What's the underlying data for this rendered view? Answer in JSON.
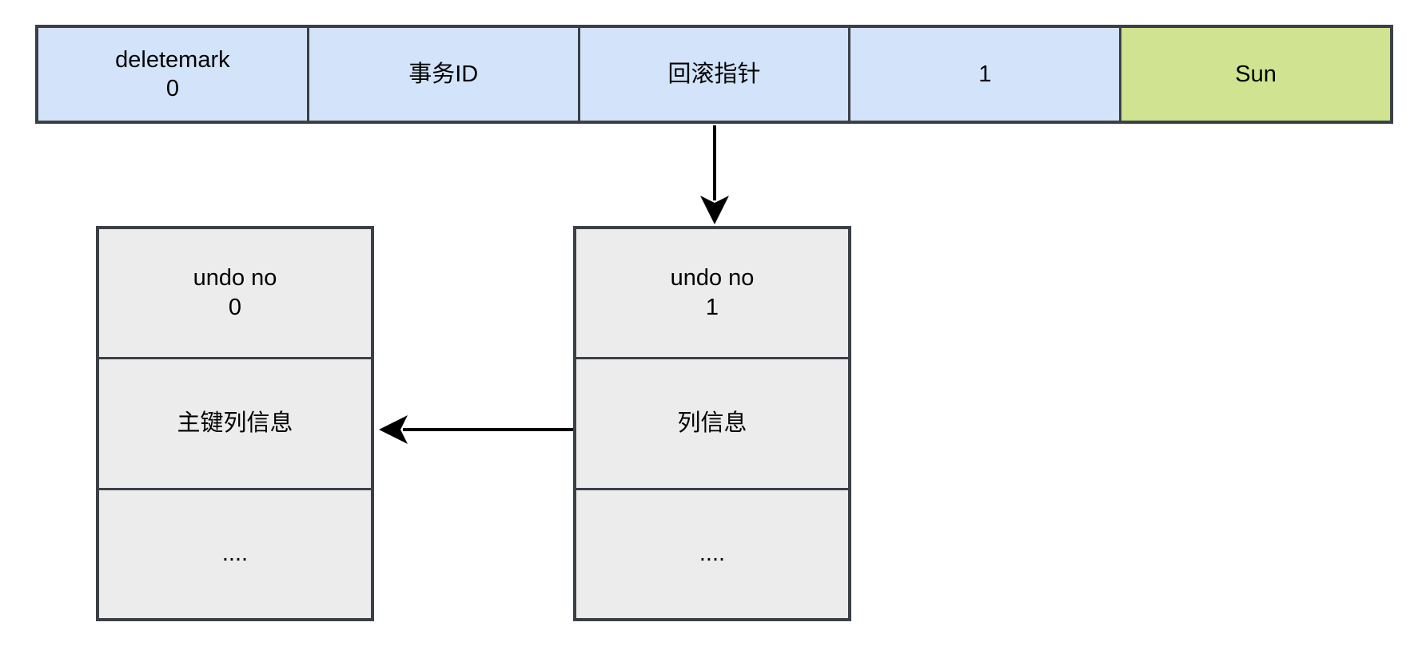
{
  "diagram": {
    "description": "InnoDB record row with rollback pointer to undo log records"
  },
  "row": {
    "cells": [
      {
        "lines": [
          "deletemark",
          "0"
        ],
        "color": "blue"
      },
      {
        "lines": [
          "事务ID"
        ],
        "color": "blue"
      },
      {
        "lines": [
          "回滚指针"
        ],
        "color": "blue"
      },
      {
        "lines": [
          "1"
        ],
        "color": "blue"
      },
      {
        "lines": [
          "Sun"
        ],
        "color": "green"
      }
    ]
  },
  "undo_records": [
    {
      "no_label": "undo no",
      "no_value": "0",
      "info": "主键列信息",
      "ellipsis": "...."
    },
    {
      "no_label": "undo no",
      "no_value": "1",
      "info": "列信息",
      "ellipsis": "...."
    }
  ],
  "colors": {
    "cell_blue": "#d3e3f9",
    "cell_green": "#cfe390",
    "box_gray": "#ececec",
    "border": "#3b4046",
    "arrow": "#000000",
    "text": "#000000"
  }
}
